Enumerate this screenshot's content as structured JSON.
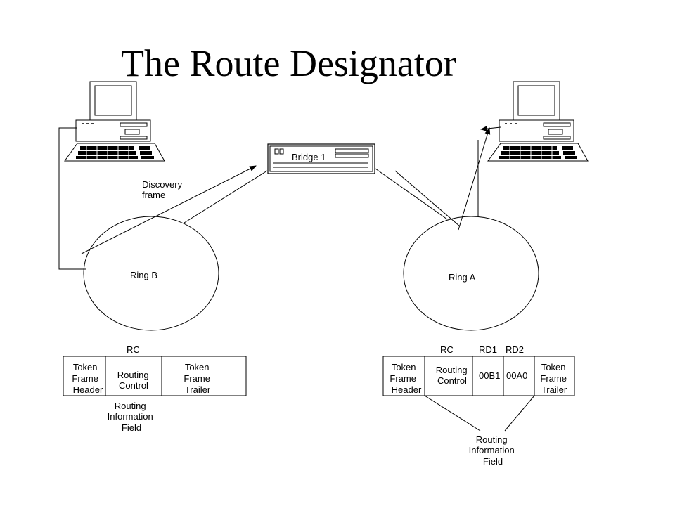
{
  "title": "The Route Designator",
  "bridge": {
    "label": "Bridge 1"
  },
  "discovery": {
    "line1": "Discovery",
    "line2": "frame"
  },
  "rings": {
    "b": "Ring B",
    "a": "Ring A"
  },
  "frame_left": {
    "rc_label": "RC",
    "header": [
      "Token",
      "Frame",
      "Header"
    ],
    "routing": [
      "Routing",
      "Control"
    ],
    "trailer": [
      "Token",
      "Frame",
      "Trailer"
    ],
    "rif": [
      "Routing",
      "Information",
      "Field"
    ]
  },
  "frame_right": {
    "rc_label": "RC",
    "rd1_label": "RD1",
    "rd2_label": "RD2",
    "header": [
      "Token",
      "Frame",
      "Header"
    ],
    "routing": [
      "Routing",
      "Control"
    ],
    "rd1_value": "00B1",
    "rd2_value": "00A0",
    "trailer": [
      "Token",
      "Frame",
      "Trailer"
    ],
    "rif": [
      "Routing",
      "Information",
      "Field"
    ]
  }
}
